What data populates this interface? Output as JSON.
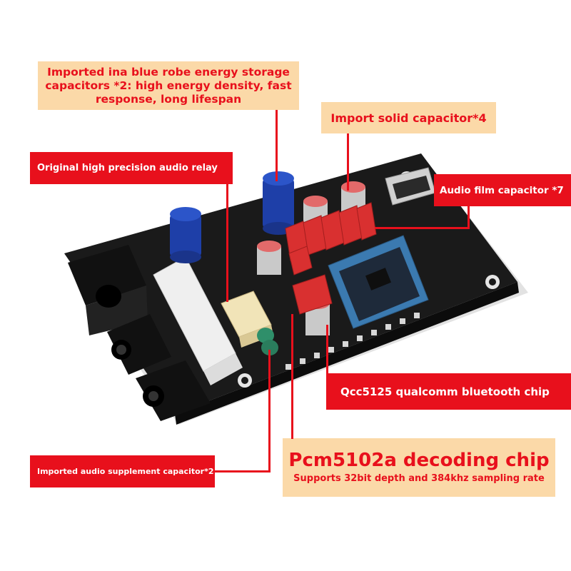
{
  "annotations": {
    "energy_storage": "Imported ina blue robe energy storage capacitors *2: high energy density, fast response, long lifespan",
    "solid_capacitor": "Import solid capacitor*4",
    "audio_relay": "Original high precision audio relay",
    "film_capacitor": "Audio film capacitor *7",
    "bluetooth_chip": "Qcc5125 qualcomm bluetooth chip",
    "decoding_chip_title": "Pcm5102a decoding chip",
    "decoding_chip_sub": "Supports 32bit depth and 384khz sampling rate",
    "supplement_capacitor": "Imported audio supplement capacitor*2"
  },
  "colors": {
    "accent_red": "#e8101c",
    "peach": "#fbd9a8",
    "pcb_black": "#1a1a1a"
  }
}
